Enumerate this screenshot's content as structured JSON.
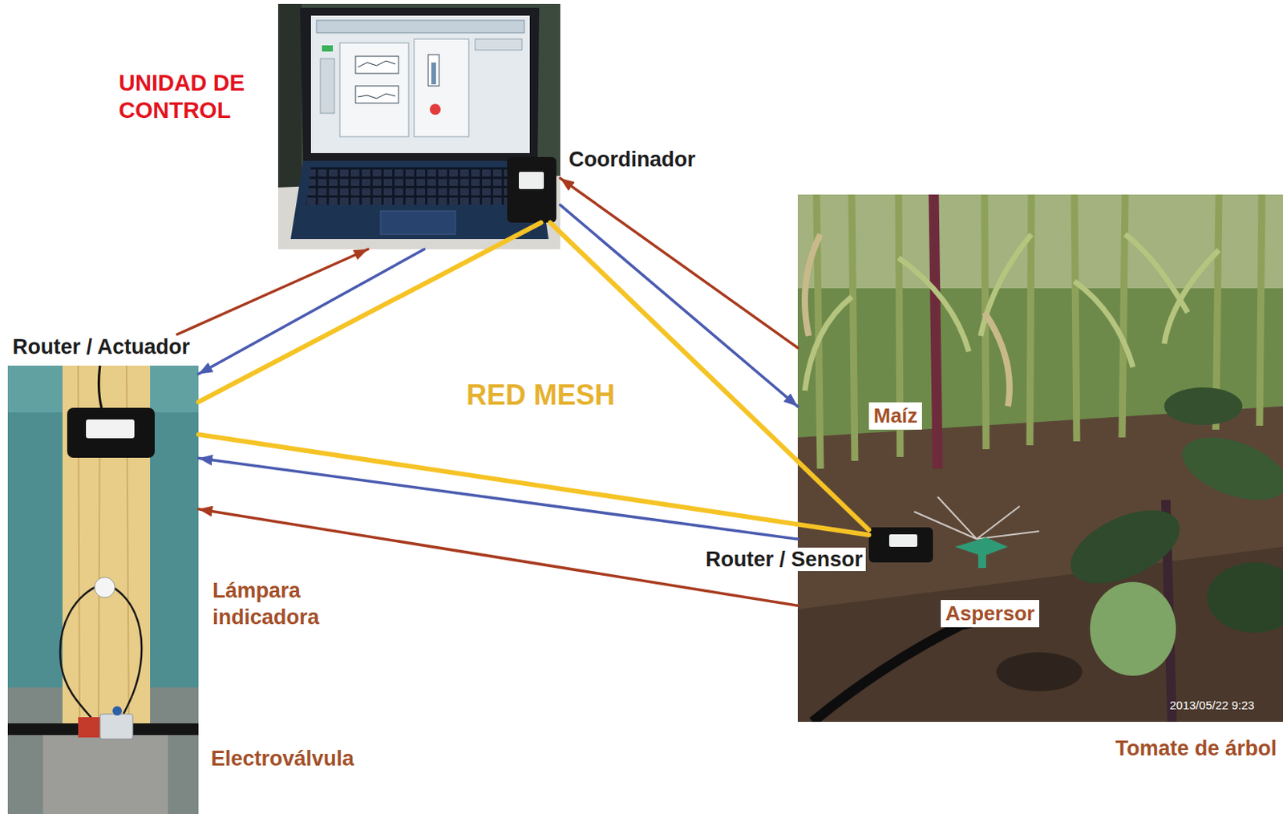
{
  "diagram": {
    "nodes": [
      {
        "text": [
          "UNIDAD DE CONTROL"
        ]
      },
      {
        "text": [
          "Coordinador"
        ],
        "in": 0
      },
      {
        "text": [
          "Router / Actuador"
        ]
      },
      {
        "text": [
          "Tomate de árbol"
        ]
      },
      {
        "text": [
          "Router / Sensor"
        ],
        "in": 3
      }
    ],
    "edges": [
      {
        "from": 1,
        "to": 2,
        "arrow": "none"
      },
      {
        "from": 1,
        "to": 4,
        "arrow": "none"
      },
      {
        "from": 2,
        "to": 4,
        "arrow": "none"
      },
      {
        "from": 2,
        "to": 0,
        "arrow": "to"
      },
      {
        "from": 0,
        "to": 2,
        "arrow": "to"
      },
      {
        "from": 0,
        "to": 3,
        "arrow": "to"
      },
      {
        "from": 3,
        "to": 0,
        "arrow": "to"
      },
      {
        "from": 3,
        "to": 2,
        "arrow": "to"
      },
      {
        "from": 3,
        "to": 2,
        "arrow": "to"
      }
    ],
    "labels": [
      "RED MESH",
      "Maíz",
      "Lámpara indicadora",
      "Aspersor",
      "Electroválvula",
      "2013/05/22 9:23"
    ]
  }
}
